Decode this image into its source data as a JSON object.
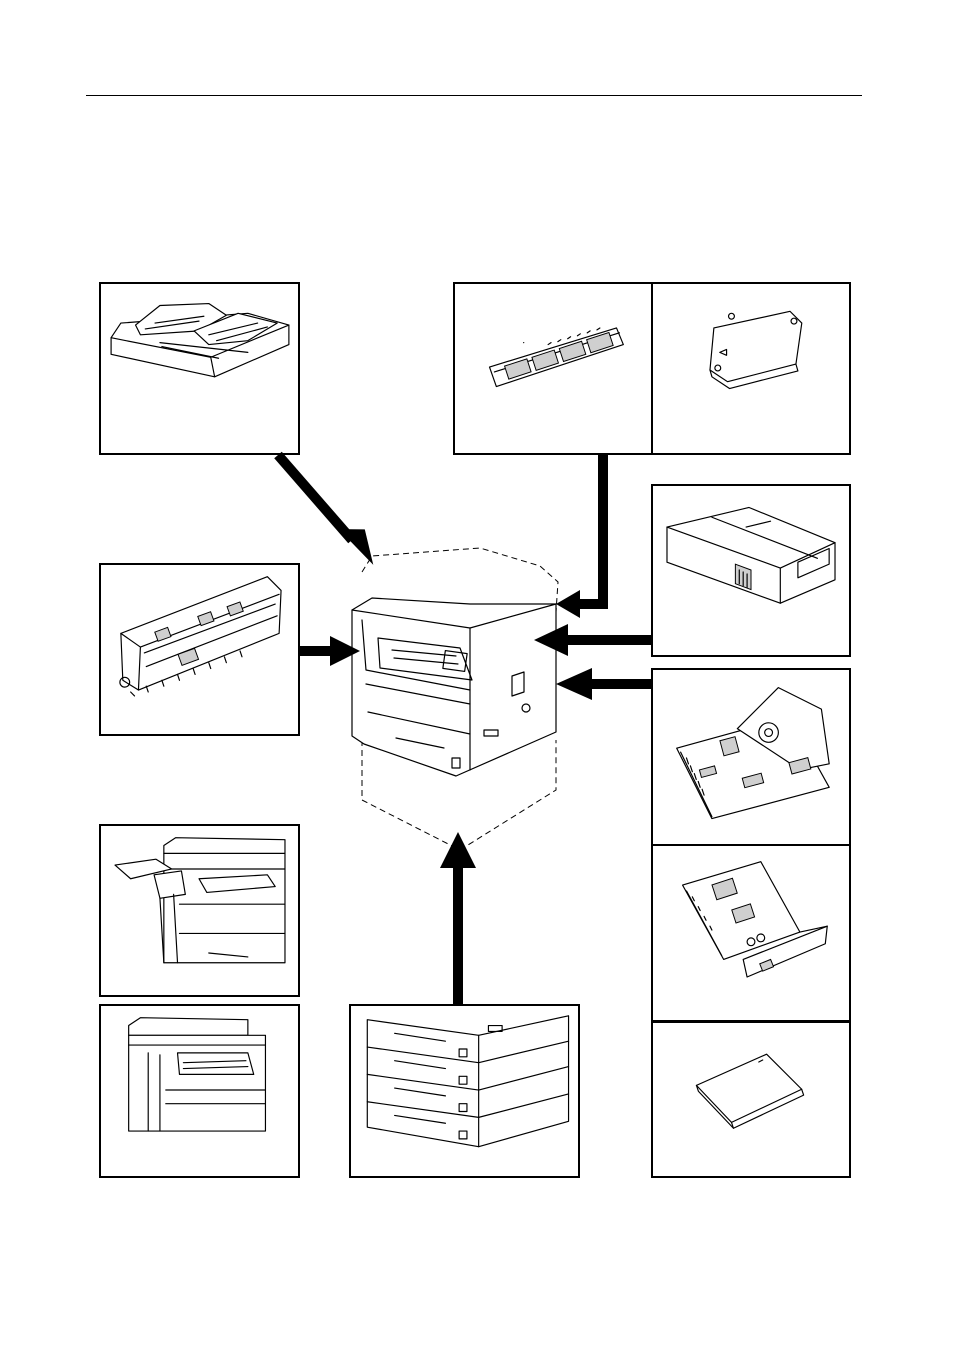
{
  "page": {
    "options": [
      {
        "id": "document-processor",
        "icon": "document-processor-icon"
      },
      {
        "id": "memory-module",
        "icon": "memory-module-icon"
      },
      {
        "id": "hard-disk",
        "icon": "hard-disk-icon"
      },
      {
        "id": "duplex-unit",
        "icon": "duplex-unit-icon"
      },
      {
        "id": "fax-kit",
        "icon": "fax-kit-icon"
      },
      {
        "id": "printer-board",
        "icon": "printer-board-icon"
      },
      {
        "id": "finisher",
        "icon": "finisher-icon"
      },
      {
        "id": "network-card",
        "icon": "network-card-icon"
      },
      {
        "id": "job-separator",
        "icon": "job-separator-icon"
      },
      {
        "id": "paper-feeder",
        "icon": "paper-feeder-icon"
      },
      {
        "id": "compactflash-card",
        "icon": "compactflash-card-icon"
      }
    ],
    "center": {
      "id": "copier-main-unit",
      "icon": "copier-icon"
    },
    "colors": {
      "line": "#000000",
      "background": "#ffffff"
    }
  }
}
